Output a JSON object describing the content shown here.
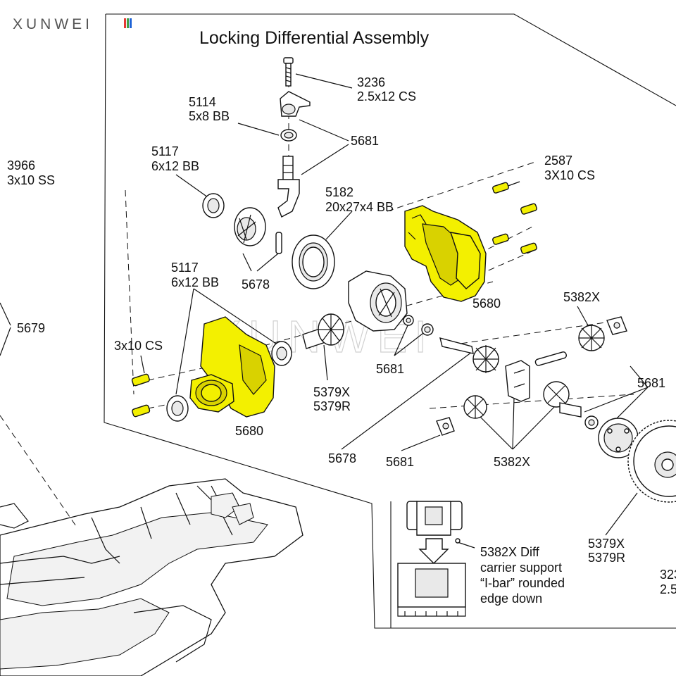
{
  "watermark": {
    "brand": "XUNWEI",
    "colors": {
      "red": "#e53935",
      "green": "#43a047",
      "blue": "#1e63d6"
    }
  },
  "title": "Locking Differential Assembly",
  "labels": {
    "p3236": "3236",
    "p3236_size": "2.5x12 CS",
    "p5114": "5114",
    "p5114_size": "5x8 BB",
    "p5681_top": "5681",
    "p5117_top": "5117",
    "p5117_top_size": "6x12 BB",
    "p3966": "3966",
    "p3966_size": "3x10 SS",
    "p2587": "2587",
    "p2587_size": "3X10 CS",
    "p5182": "5182",
    "p5182_size": "20x27x4 BB",
    "p5678_top": "5678",
    "p5117_mid": "5117",
    "p5117_mid_size": "6x12 BB",
    "p5680_right": "5680",
    "p5382x_top": "5382X",
    "p5679": "5679",
    "p3x10cs": "3x10 CS",
    "p5681_mid": "5681",
    "p5681_right": "5681",
    "p5379x_mid": "5379X",
    "p5379r_mid": "5379R",
    "p5680_left": "5680",
    "p5678_bot": "5678",
    "p5681_bot": "5681",
    "p5382x_bot": "5382X",
    "p5379x_right": "5379X",
    "p5379r_right": "5379R",
    "p323_cut": "323",
    "p25_cut": "2.5"
  },
  "note": {
    "line1": "5382X Diff",
    "line2": "carrier support",
    "line3": "“I-bar” rounded",
    "line4": "edge down"
  },
  "highlight_color": "#f3f000"
}
